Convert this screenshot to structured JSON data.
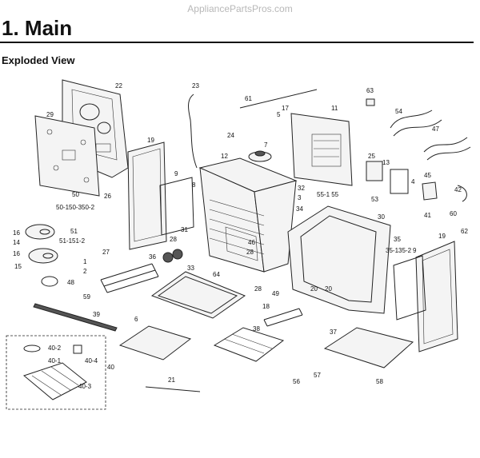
{
  "watermark": "AppliancePartsPros.com",
  "title": "1.  Main",
  "subtitle": "Exploded View",
  "labels": {
    "p1": "1",
    "p2": "2",
    "p4": "4",
    "p6": "6",
    "p7": "7",
    "p8": "8",
    "p9a": "9",
    "p9b": "9",
    "p11": "11",
    "p12": "12",
    "p13": "13",
    "p14": "14",
    "p15": "15",
    "p16a": "16",
    "p16b": "16",
    "p17": "17",
    "p18": "18",
    "p19a": "19",
    "p19b": "19",
    "p20a": "20",
    "p20b": "20",
    "p21": "21",
    "p22": "22",
    "p23": "23",
    "p24": "24",
    "p25": "25",
    "p26": "26",
    "p27": "27",
    "p28a": "28",
    "p28b": "28",
    "p28c": "28",
    "p29": "29",
    "p30": "30",
    "p31": "31",
    "p32": "32",
    "p33": "33",
    "p34": "34",
    "p35": "35",
    "p35_1_35_2": "35-135-2",
    "p36": "36",
    "p37": "37",
    "p38": "38",
    "p39": "39",
    "p40": "40",
    "p40_1": "40-1",
    "p40_2": "40-2",
    "p40_3": "40-3",
    "p40_4": "40-4",
    "p41": "41",
    "p42": "42",
    "p45": "45",
    "p46": "46",
    "p47": "47",
    "p48": "48",
    "p49": "49",
    "p50": "50",
    "p50_sub": "50-150-350-2",
    "p51": "51",
    "p51_sub": "51-151-2",
    "p53": "53",
    "p54": "54",
    "p55": "55-1 55",
    "p56": "56",
    "p57": "57",
    "p58": "58",
    "p59": "59",
    "p60": "60",
    "p61": "61",
    "p62": "62",
    "p63": "63",
    "p64": "64",
    "p5": "5",
    "p3": "3"
  }
}
